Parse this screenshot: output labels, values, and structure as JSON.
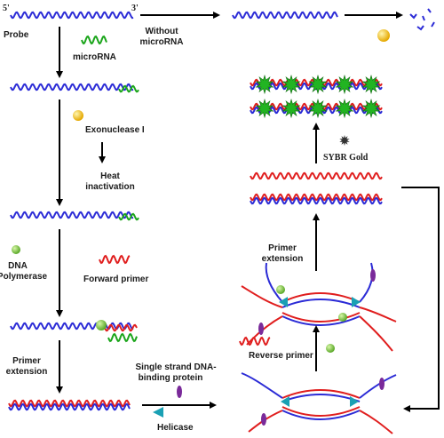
{
  "labels": {
    "five_prime": "5'",
    "three_prime": "3'",
    "probe": "Probe",
    "without_microrna_line1": "Without",
    "without_microrna_line2": "microRNA",
    "microrna": "microRNA",
    "exonuclease": "Exonuclease I",
    "heat_line1": "Heat",
    "heat_line2": "inactivation",
    "dna_line1": "DNA",
    "dna_line2": "Polymerase",
    "forward_primer": "Forward primer",
    "primer_ext_left_line1": "Primer",
    "primer_ext_left_line2": "extension",
    "ssb_line1": "Single strand DNA-",
    "ssb_line2": "binding protein",
    "helicase": "Helicase",
    "reverse_primer": "Reverse primer",
    "primer_ext_right_line1": "Primer",
    "primer_ext_right_line2": "extension",
    "sybr_gold": "SYBR Gold"
  },
  "colors": {
    "probe_strand": "#2b2bd6",
    "complement_strand": "#e01e1e",
    "microrna": "#1aa51a",
    "exonuclease": "#f2c012",
    "polymerase": "#7cc43a",
    "sybr": "#22b422",
    "ssb_protein": "#7a2a9a",
    "helicase": "#1aa0b4",
    "arrow": "#000000"
  },
  "icons": {
    "exonuclease": "yellow-sphere-icon",
    "polymerase": "green-sphere-icon",
    "sybr_gold": "dark-star-icon",
    "ssb_protein": "purple-oval-icon",
    "helicase": "cyan-triangle-icon"
  }
}
